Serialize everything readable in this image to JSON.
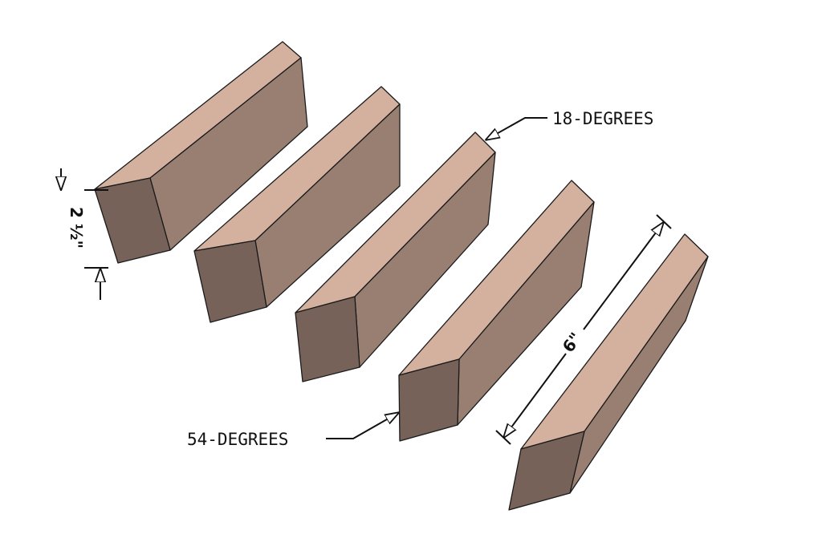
{
  "diagram": {
    "colors": {
      "top_face": "#d4b09e",
      "side_face": "#987f72",
      "end_face": "#77625a",
      "line": "#1a1a1a"
    },
    "annotations": {
      "angle_top": "18-DEGREES",
      "angle_bottom": "54-DEGREES",
      "height_dim": "2 ½\"",
      "length_dim": "6\""
    },
    "pieces": [
      {
        "name": "piece-1"
      },
      {
        "name": "piece-2"
      },
      {
        "name": "piece-3"
      },
      {
        "name": "piece-4"
      },
      {
        "name": "piece-5"
      }
    ]
  }
}
